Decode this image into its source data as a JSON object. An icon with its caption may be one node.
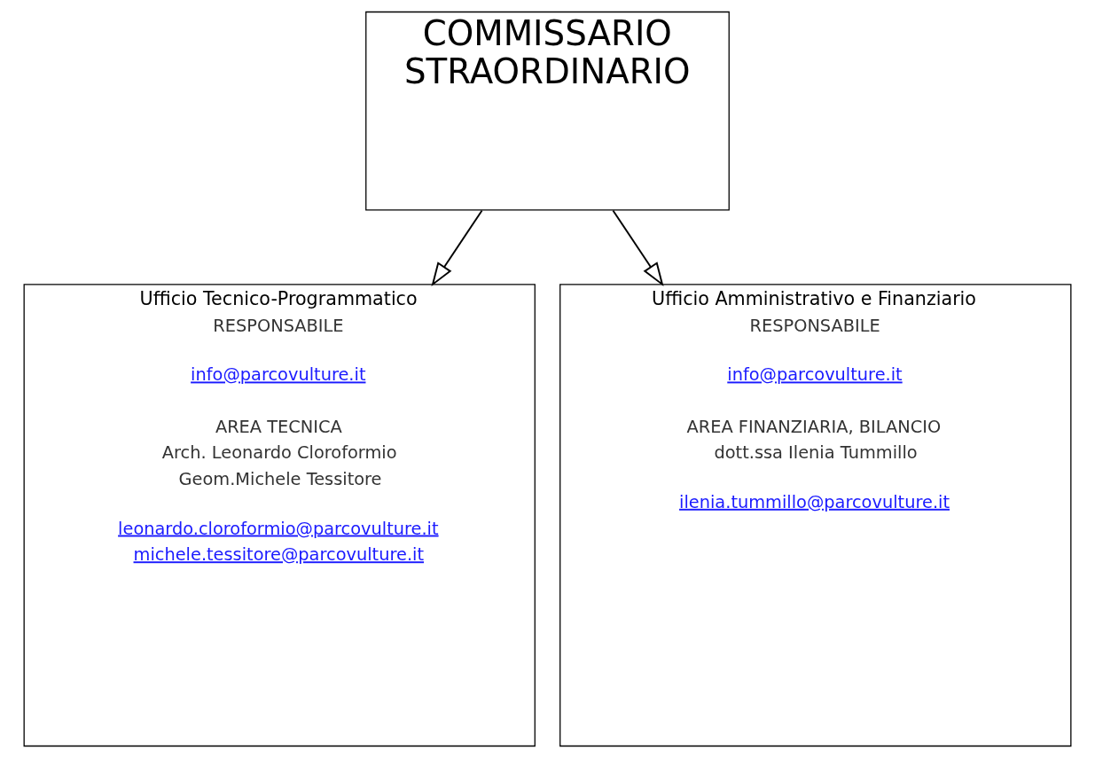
{
  "diagram": {
    "nodes": [
      {
        "text": [
          "COMMISSARIO STRAORDINARIO"
        ]
      },
      {
        "text": [
          "Ufficio Tecnico-Programmatico",
          "RESPONSABILE",
          "info@parcovulture.it",
          "AREA TECNICA",
          "Arch. Leonardo Cloroformio",
          "Geom.Michele Tessitore",
          "leonardo.cloroformio@parcovulture.it",
          "michele.tessitore@parcovulture.it"
        ]
      },
      {
        "text": [
          "Ufficio Amministrativo e Finanziario",
          "RESPONSABILE",
          "info@parcovulture.it",
          "AREA FINANZIARIA, BILANCIO",
          "dott.ssa Ilenia Tummillo",
          "ilenia.tummillo@parcovulture.it"
        ]
      }
    ],
    "edges": [
      {
        "from": 0,
        "to": 1,
        "arrow": "to"
      },
      {
        "from": 0,
        "to": 2,
        "arrow": "to"
      }
    ]
  }
}
